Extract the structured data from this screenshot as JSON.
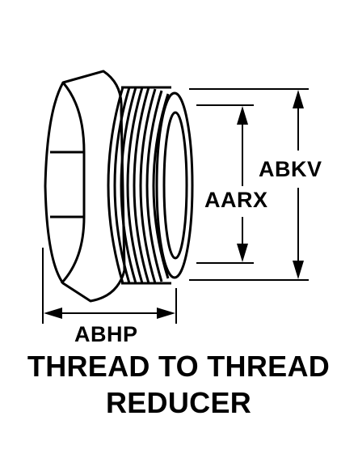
{
  "dimensions": {
    "abkv": "ABKV",
    "aarx": "AARX",
    "abhp": "ABHP"
  },
  "title": {
    "line1": "THREAD TO THREAD",
    "line2": "REDUCER"
  },
  "colors": {
    "ink": "#000000",
    "background": "#ffffff"
  }
}
